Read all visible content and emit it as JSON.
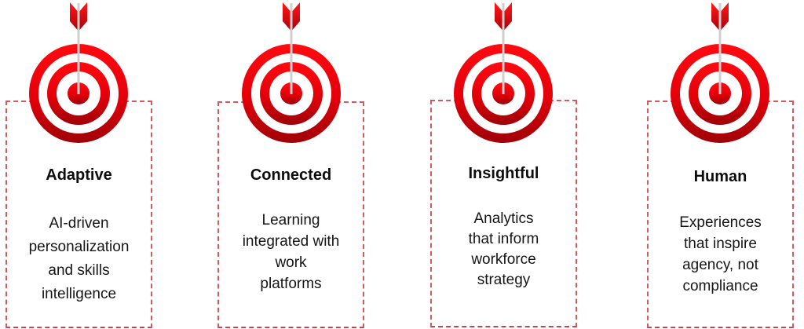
{
  "colors": {
    "ring_red": "#e8000b",
    "ring_dark_red": "#a30008",
    "dash_border": "#d25a60",
    "arrow_shaft": "#c8c8c8"
  },
  "pillars": [
    {
      "title": "Adaptive",
      "body_lines": [
        "AI-driven",
        "personalization",
        "and skills",
        "intelligence"
      ],
      "icon": "target-arrow-icon"
    },
    {
      "title": "Connected",
      "body_lines": [
        "Learning",
        "integrated with",
        "work",
        "platforms"
      ],
      "icon": "target-arrow-icon"
    },
    {
      "title": "Insightful",
      "body_lines": [
        "Analytics",
        "that inform",
        "workforce",
        "strategy"
      ],
      "icon": "target-arrow-icon"
    },
    {
      "title": "Human",
      "body_lines": [
        "Experiences",
        "that inspire",
        "agency, not",
        "compliance"
      ],
      "icon": "target-arrow-icon"
    }
  ]
}
